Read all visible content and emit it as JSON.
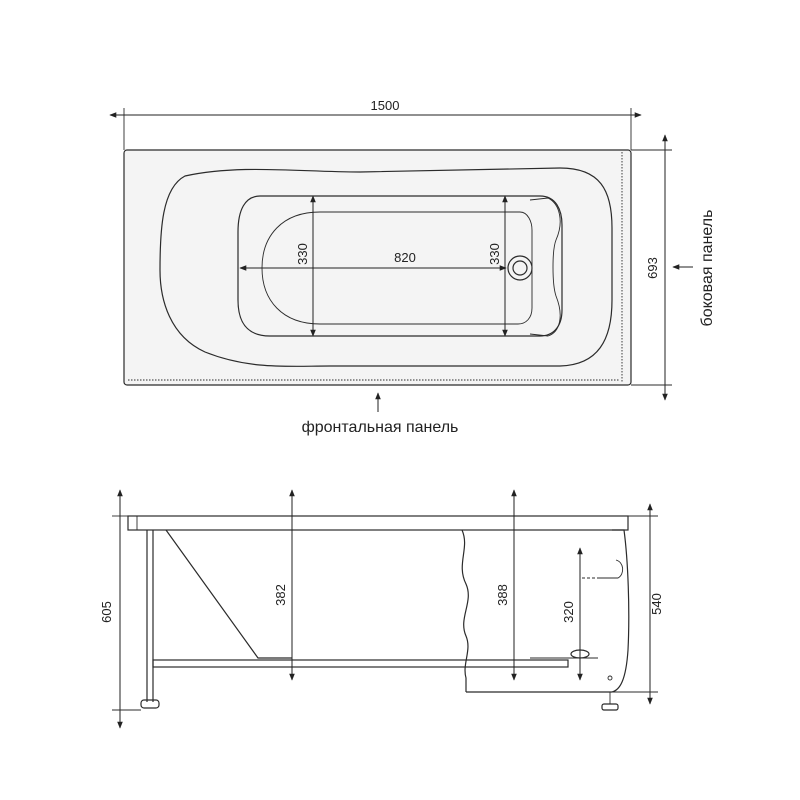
{
  "top_view": {
    "length": "1500",
    "width": "693",
    "inner_length": "820",
    "inner_width_left": "330",
    "inner_width_right": "330",
    "front_panel_label": "фронтальная панель",
    "side_panel_label": "боковая панель"
  },
  "side_view": {
    "total_height": "605",
    "depth_left": "382",
    "depth_right": "388",
    "overflow_height": "320",
    "body_height": "540"
  }
}
